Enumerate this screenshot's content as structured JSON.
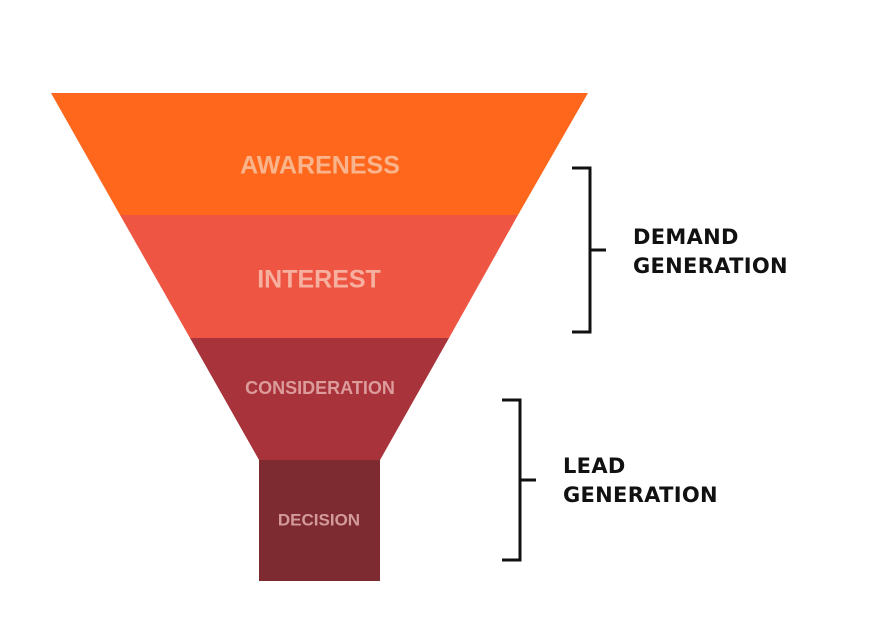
{
  "stages": [
    {
      "label": "AWARENESS",
      "color": "#FF671D",
      "text_color": "#F9B48C"
    },
    {
      "label": "INTEREST",
      "color": "#EE5643",
      "text_color": "#F7B09F"
    },
    {
      "label": "CONSIDERATION",
      "color": "#A8333A",
      "text_color": "#DD9C9C"
    },
    {
      "label": "DECISION",
      "color": "#7D2A31",
      "text_color": "#D39A9C"
    }
  ],
  "groups": [
    {
      "line1": "DEMAND",
      "line2": "GENERATION"
    },
    {
      "line1": "LEAD",
      "line2": "GENERATION"
    }
  ],
  "bracket_color": "#111111"
}
